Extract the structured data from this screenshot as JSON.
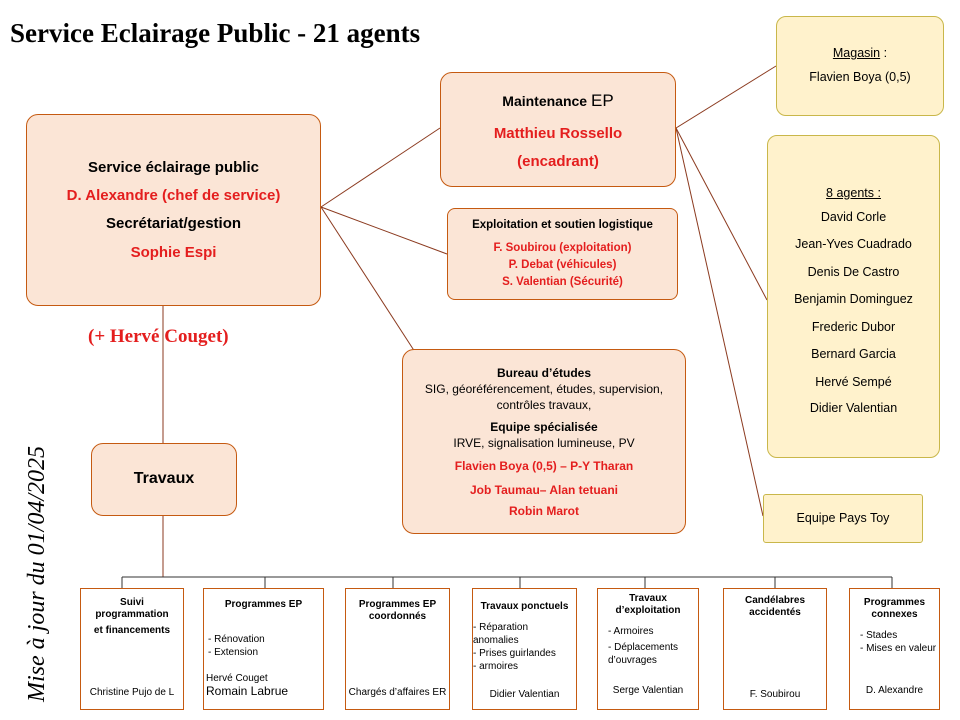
{
  "title": "Service Eclairage Public - 21 agents",
  "update_note": "Mise à jour du 01/04/2025",
  "main": {
    "line1": "Service éclairage public",
    "line2": "D. Alexandre (chef de service)",
    "line3": "Secrétariat/gestion",
    "line4": "Sophie Espi"
  },
  "herve_note": "(+ Hervé Couget)",
  "maintenance": {
    "title_a": "Maintenance ",
    "title_b": "EP",
    "name": "Matthieu Rossello",
    "role": "(encadrant)"
  },
  "exploitation": {
    "title": "Exploitation et soutien logistique",
    "line1": "F. Soubirou (exploitation)",
    "line2": "P. Debat (véhicules)",
    "line3": "S. Valentian (Sécurité)"
  },
  "bureau": {
    "title": "Bureau d’études",
    "desc1": "SIG, géoréférencement, études, supervision,",
    "desc2": "contrôles travaux,",
    "team_title": "Equipe spécialisée",
    "team_desc": "IRVE, signalisation lumineuse, PV",
    "line1": "Flavien Boya (0,5) – P-Y Tharan",
    "line2": "Job Taumau– Alan tetuani",
    "line3": "Robin Marot"
  },
  "magasin": {
    "title": "Magasin",
    "colon": " :",
    "name": "Flavien Boya (0,5)"
  },
  "agents": {
    "title": "8 agents :",
    "names": [
      "David Corle",
      "Jean-Yves Cuadrado",
      "Denis De Castro",
      "Benjamin Dominguez",
      "Frederic Dubor",
      "Bernard Garcia",
      "Hervé Sempé",
      "Didier Valentian"
    ]
  },
  "pays_toy": "Equipe Pays Toy",
  "travaux": "Travaux",
  "subs": [
    {
      "title": [
        "Suivi",
        "programmation",
        "et financements"
      ],
      "lines": [],
      "footer": [
        "Christine Pujo de L"
      ]
    },
    {
      "title": [
        "Programmes EP"
      ],
      "lines": [
        "- Rénovation",
        "-  Extension"
      ],
      "footer": [
        "Hervé Couget",
        "Romain Labrue"
      ]
    },
    {
      "title": [
        "Programmes EP",
        "coordonnés"
      ],
      "lines": [],
      "footer": [
        "Chargés d’affaires ER"
      ]
    },
    {
      "title": [
        "Travaux ponctuels"
      ],
      "lines": [
        "- Réparation",
        "anomalies",
        "- Prises guirlandes",
        "- armoires"
      ],
      "footer": [
        "Didier Valentian"
      ]
    },
    {
      "title": [
        "Travaux",
        "d’exploitation"
      ],
      "lines": [
        "- Armoires",
        "",
        "- Déplacements",
        "d’ouvrages"
      ],
      "footer": [
        "Serge Valentian"
      ]
    },
    {
      "title": [
        "Candélabres",
        "accidentés"
      ],
      "lines": [],
      "footer": [
        "F. Soubirou"
      ]
    },
    {
      "title": [
        "Programmes",
        "connexes"
      ],
      "lines": [
        "- Stades",
        "- Mises en valeur"
      ],
      "footer": [
        "D. Alexandre"
      ]
    }
  ]
}
